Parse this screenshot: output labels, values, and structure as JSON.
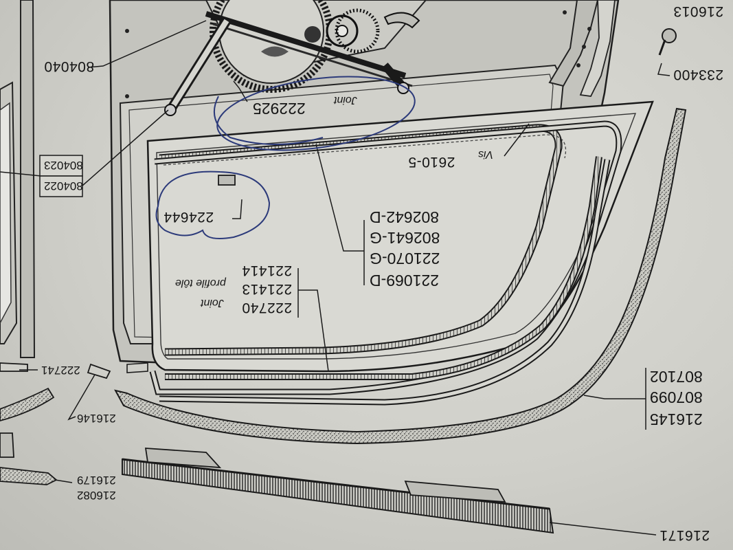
{
  "document": {
    "type": "exploded parts diagram (printed page, photographed upside down)",
    "ink_color": "#1a1a1a",
    "annotation_ink_color": "#2c3a7a",
    "paper_color": "#d4d4ce"
  },
  "labels": {
    "p804040": "804040",
    "p222925": "222925",
    "joint": "Joint",
    "p804023": "804023",
    "p804022": "804022",
    "vis": "Vis",
    "p2610_5": "2610-5",
    "p224644": "224644",
    "p802642_D": "802642-D",
    "p802641_G": "802641-G",
    "p221070_G": "221070-G",
    "p221069_D": "221069-D",
    "p221414": "221414",
    "profile_tole": "profile tôle",
    "p221413": "221413",
    "joint2": "Joint",
    "p222740": "222740",
    "p216013": "216013",
    "p233400": "233400",
    "p807102": "807102",
    "p807099": "807099",
    "p216145": "216145",
    "p222741": "222741",
    "p216146": "216146",
    "p216082": "216082",
    "p216179": "216179",
    "p216171": "216171"
  }
}
